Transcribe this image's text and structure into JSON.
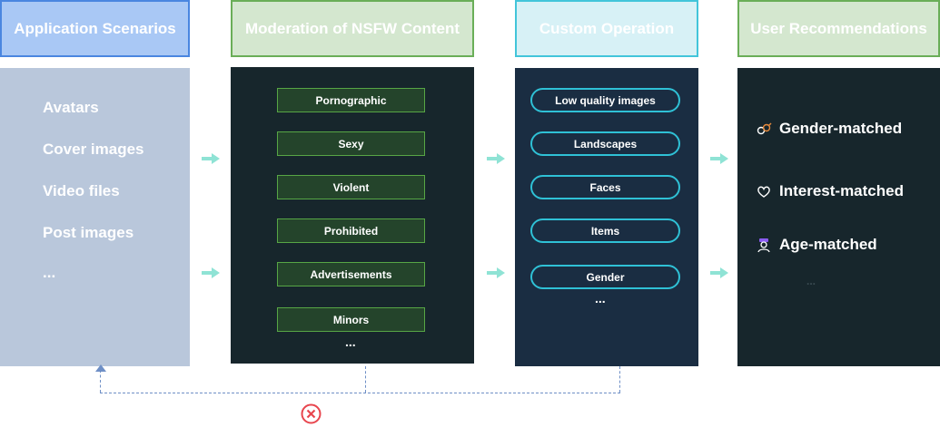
{
  "headers": {
    "application_scenarios": "Application Scenarios",
    "moderation": "Moderation of NSFW Content",
    "custom_operation": "Custom Operation",
    "user_recommendations": "User Recommendations"
  },
  "scenarios": [
    "Avatars",
    "Cover images",
    "Video files",
    "Post images",
    "..."
  ],
  "moderation_items": [
    "Pornographic",
    "Sexy",
    "Violent",
    "Prohibited",
    "Advertisements",
    "Minors"
  ],
  "moderation_more": "...",
  "custom_items": [
    "Low quality images",
    "Landscapes",
    "Faces",
    "Items",
    "Gender"
  ],
  "custom_more": "...",
  "recommendations": [
    "Gender-matched",
    "Interest-matched",
    "Age-matched"
  ],
  "recommendations_more": "...",
  "colors": {
    "header_blue": "#a9c8f5",
    "header_green": "#d4e7cf",
    "header_cyan": "#d7f1f6",
    "scenario_panel": "#b9c7db",
    "dark_panel": "#17262c",
    "custom_panel": "#1a2d42",
    "moderation_border": "#57a645",
    "pill_border": "#2fc1d6",
    "arrow": "#8fe3d5",
    "error": "#e8464e"
  },
  "icons": [
    "right-arrow-icon",
    "gender-icon",
    "interest-icon",
    "age-icon",
    "error-x-icon",
    "up-arrow-icon"
  ]
}
